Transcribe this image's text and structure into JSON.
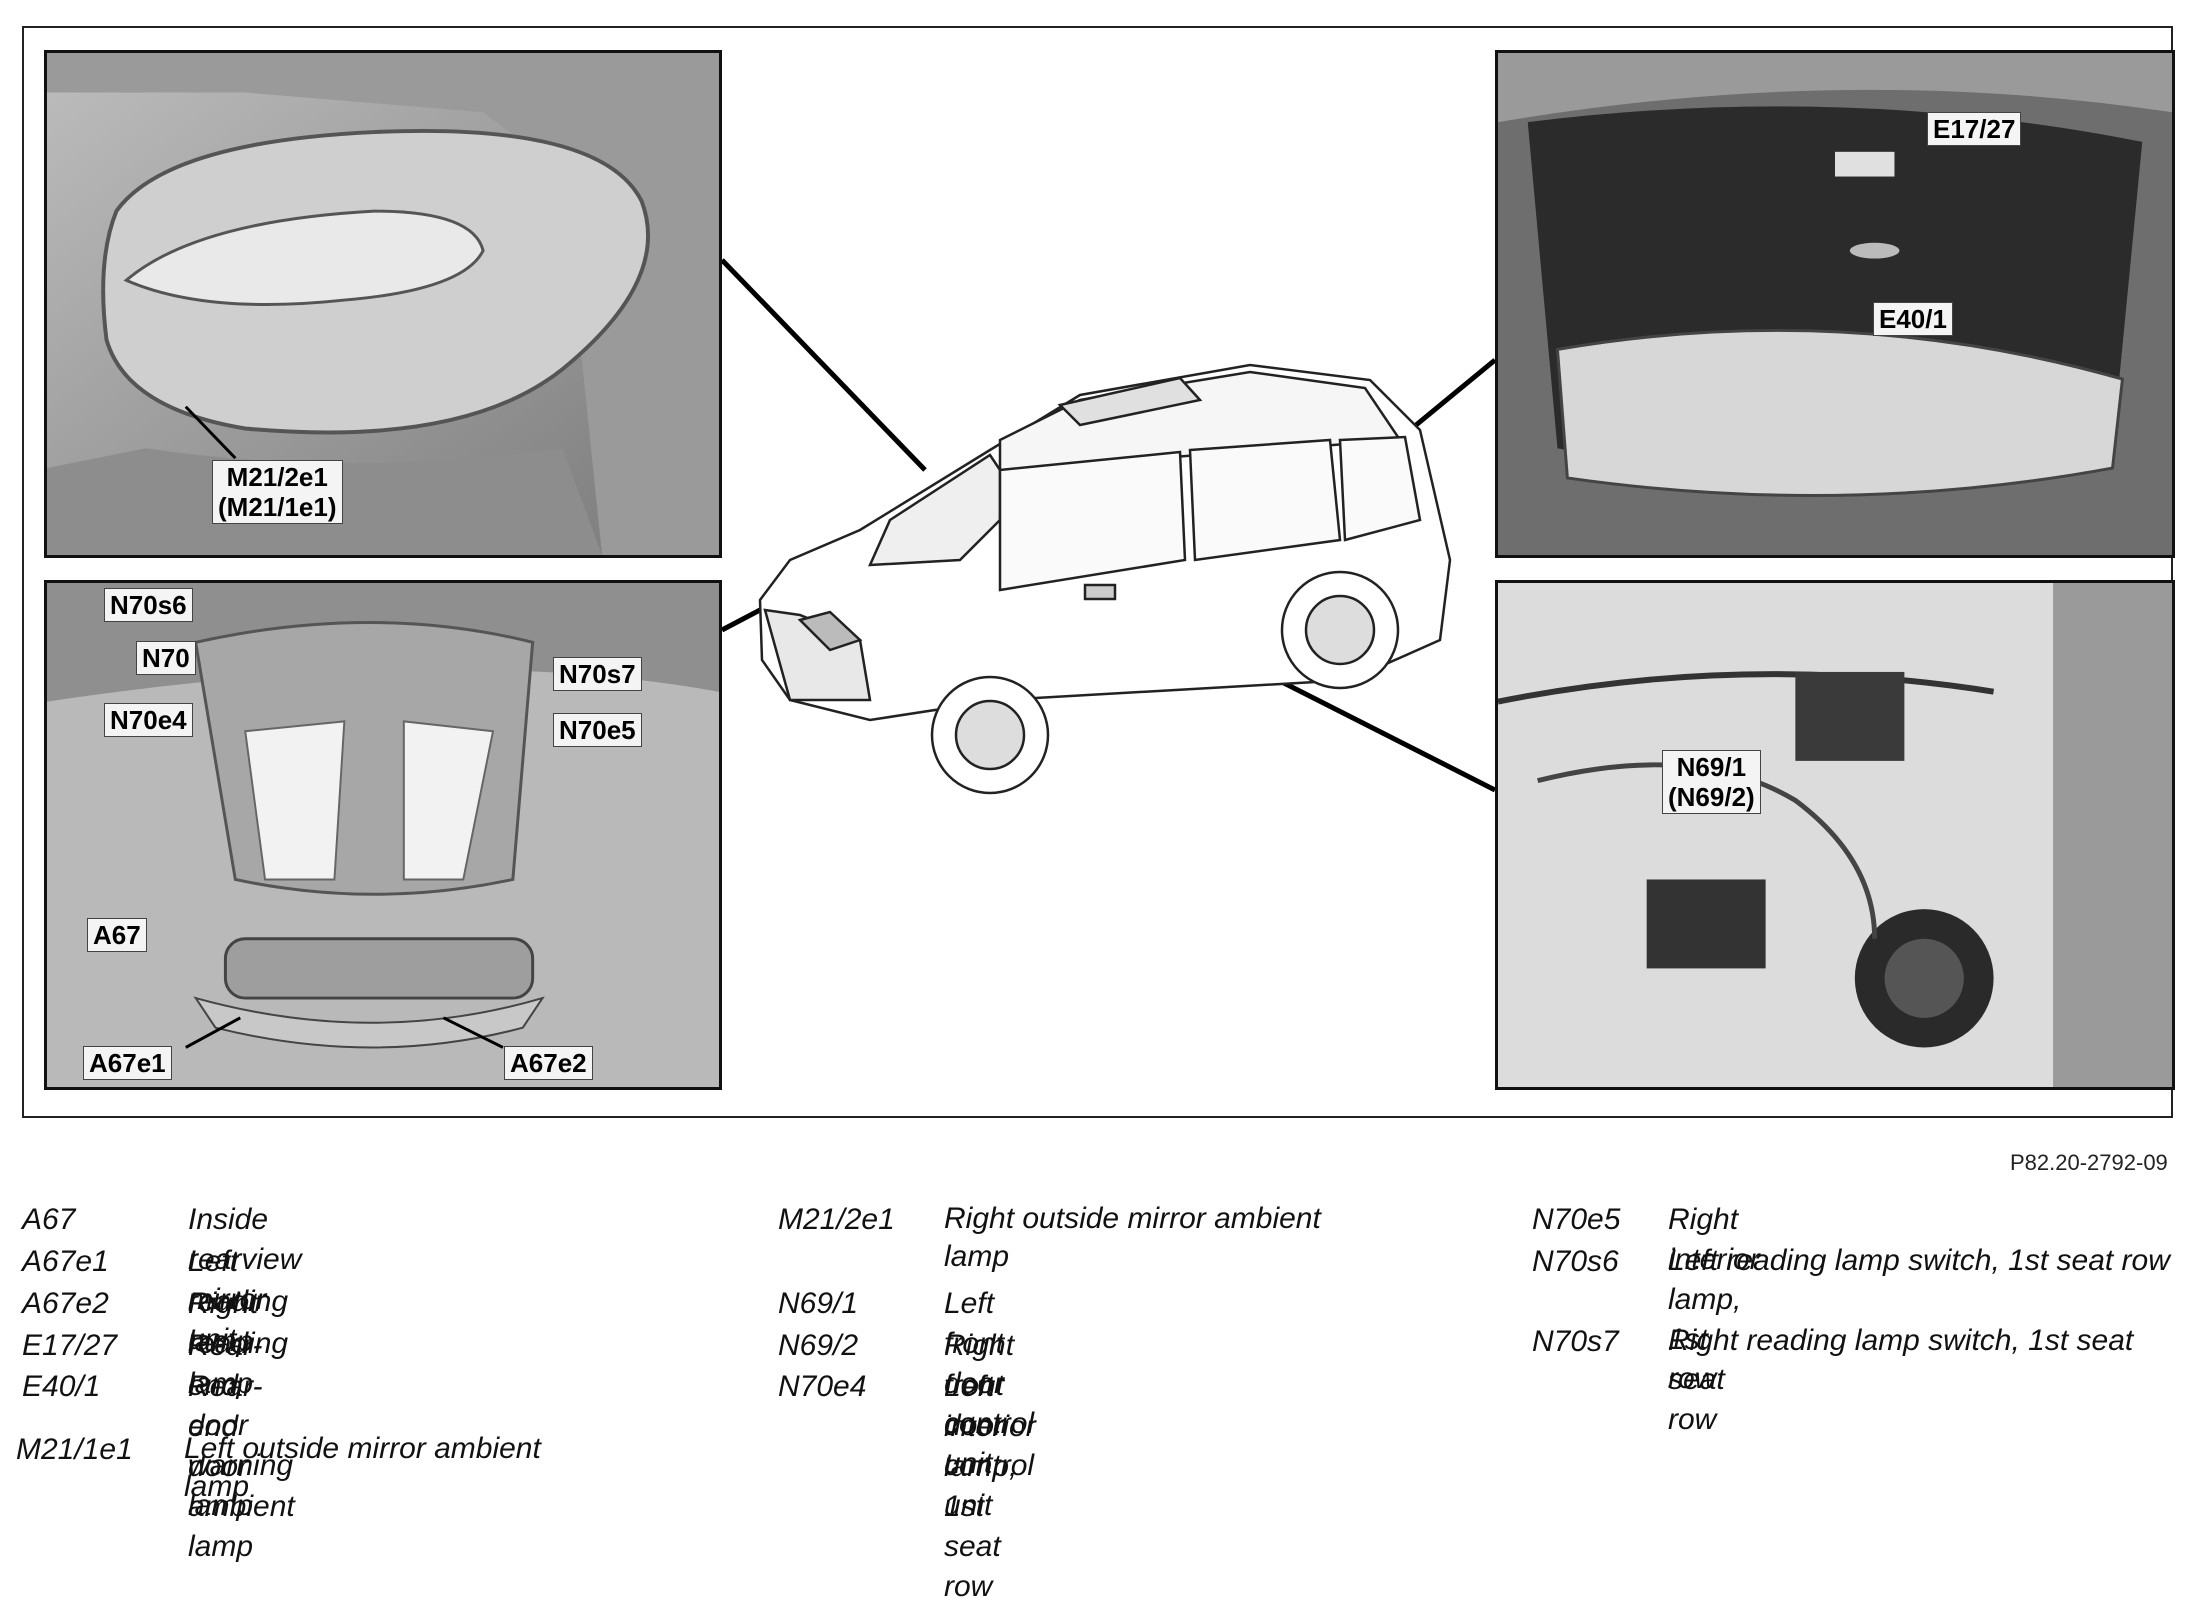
{
  "callouts": {
    "m21_2e1": "M21/2e1",
    "m21_1e1": "(M21/1e1)",
    "e17_27": "E17/27",
    "e40_1": "E40/1",
    "n70s6": "N70s6",
    "n70": "N70",
    "n70s7": "N70s7",
    "n70e4": "N70e4",
    "n70e5": "N70e5",
    "a67": "A67",
    "a67e1": "A67e1",
    "a67e2": "A67e2",
    "n69_1": "N69/1",
    "n69_2": "(N69/2)"
  },
  "reference_code": "P82.20-2792-09",
  "legend": {
    "col1": [
      {
        "code": "A67",
        "desc": "Inside rearview mirror unit"
      },
      {
        "code": "A67e1",
        "desc": "Left reading lamp"
      },
      {
        "code": "A67e2",
        "desc": "Right reading lamp"
      },
      {
        "code": "E17/27",
        "desc": "Rear-end door warning lamp"
      },
      {
        "code": "E40/1",
        "desc": "Rear-end door ambient lamp"
      },
      {
        "code": "M21/1e1",
        "desc": "Left outside mirror ambient lamp"
      }
    ],
    "col2": [
      {
        "code": "M21/2e1",
        "desc": "Right outside mirror ambient lamp"
      },
      {
        "code": "N69/1",
        "desc": "Left front door control unit"
      },
      {
        "code": "N69/2",
        "desc": "Right front door control unit"
      },
      {
        "code": "N70e4",
        "desc": "Left interior lamp, 1st seat row"
      }
    ],
    "col3": [
      {
        "code": "N70e5",
        "desc": "Right interior lamp, 1st seat row"
      },
      {
        "code": "N70s6",
        "desc": "Left reading lamp switch, 1st seat row"
      },
      {
        "code": "N70s7",
        "desc": "Right reading lamp switch, 1st seat row"
      }
    ]
  }
}
